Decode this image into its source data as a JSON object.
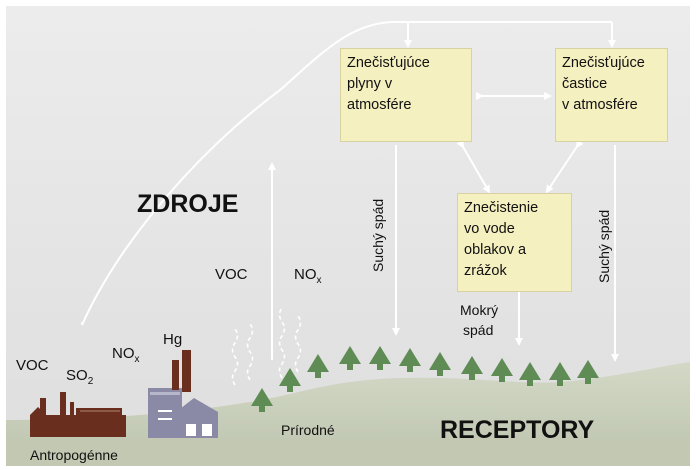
{
  "title_sources": "ZDROJE",
  "title_receptors": "RECEPTORY",
  "boxes": {
    "gases": [
      "Znečisťujúce",
      "plyny v",
      "atmosfére"
    ],
    "particles": [
      "Znečisťujúce",
      "častice",
      "v atmosfére"
    ],
    "water": [
      "Znečistenie",
      "vo vode",
      "oblakov a",
      "zrážok"
    ]
  },
  "labels": {
    "dry_fall_1": "Suchý spád",
    "dry_fall_2": "Suchý spád",
    "wet_fall_1": "Mokrý",
    "wet_fall_2": "spád",
    "anthropogenic": "Antropogénne",
    "natural": "Prírodné",
    "voc_factory": "VOC",
    "so2_main": "SO",
    "so2_sub": "2",
    "nox_factory_main": "NO",
    "nox_factory_sub": "x",
    "hg": "Hg",
    "voc_natural": "VOC",
    "nox_natural_main": "NO",
    "nox_natural_sub": "x"
  },
  "colors": {
    "background": "#ffffff",
    "sky": "#e9e9e9",
    "box_fill": "#f5f0bf",
    "tree": "#5f8b55",
    "ground": "#c3c9b4",
    "factory": "#6a2e1e",
    "arrow": "#ffffff"
  }
}
